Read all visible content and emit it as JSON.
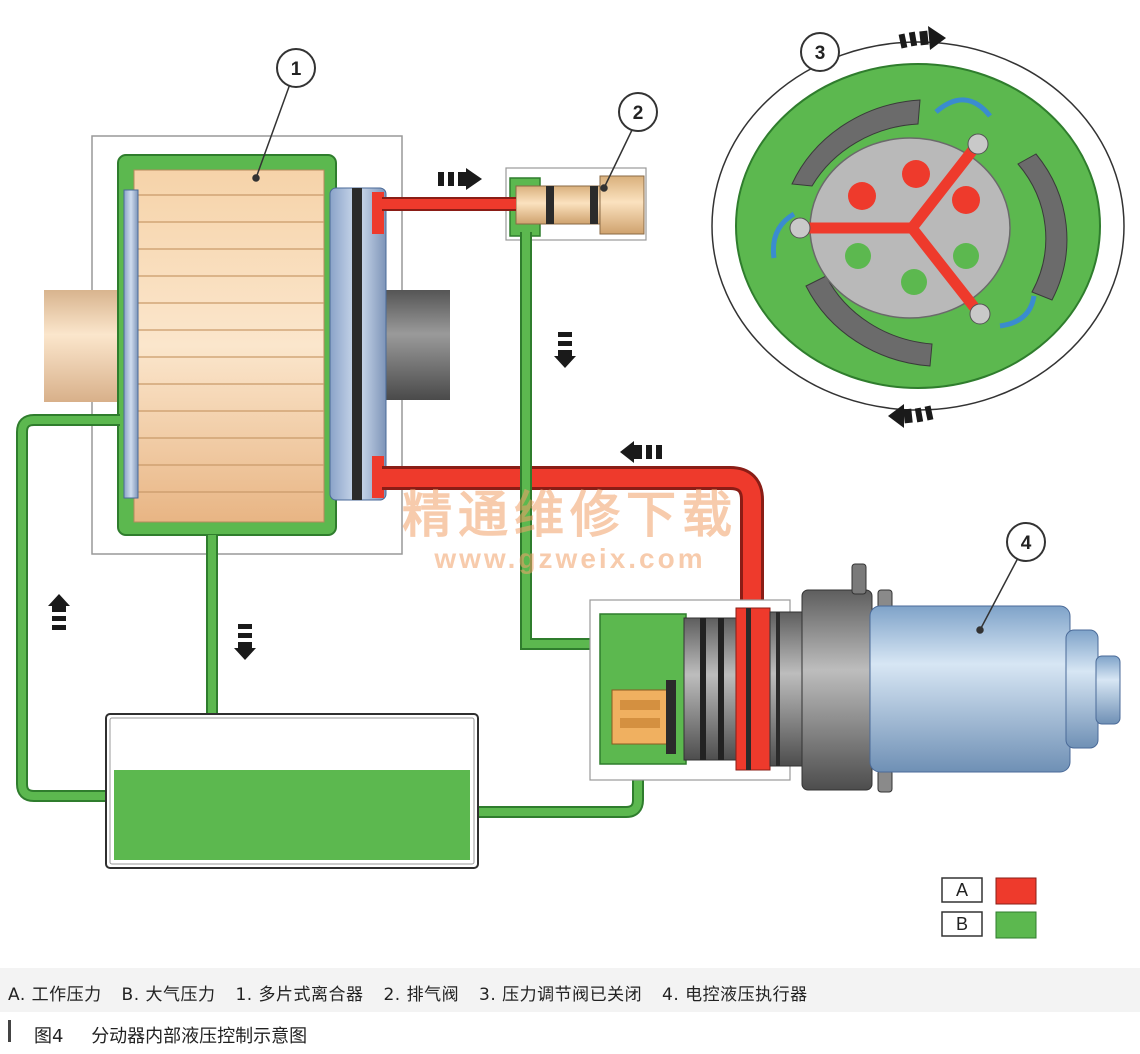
{
  "callouts": {
    "c1": "1",
    "c2": "2",
    "c3": "3",
    "c4": "4"
  },
  "legend": {
    "a_key": "A",
    "b_key": "B",
    "a_color": "#ee3a2c",
    "b_color": "#4fb54a"
  },
  "watermark": {
    "line1": "精通维修下载",
    "line2": "www.gzweix.com"
  },
  "captions": {
    "a": "A. 工作压力",
    "b": "B. 大气压力",
    "item1": "1. 多片式离合器",
    "item2": "2. 排气阀",
    "item3": "3. 压力调节阀已关闭",
    "item4": "4. 电控液压执行器"
  },
  "figure": {
    "number": "图4",
    "title": "分动器内部液压控制示意图"
  },
  "colors": {
    "fluid_green": "#5cb84f",
    "pressure_red": "#ee3a2c",
    "clutch_tan": "#f2c79a",
    "motor_blue": "#a9c3df",
    "dark_gray": "#6b6b6b"
  }
}
